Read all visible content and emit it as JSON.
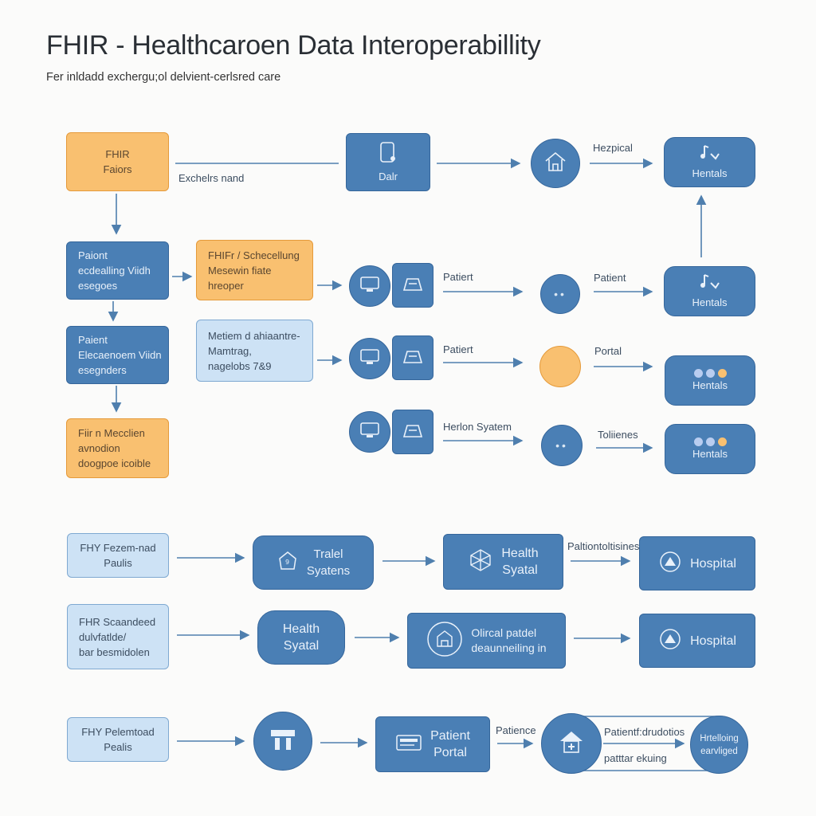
{
  "title": "FHIR - Healthcaroen Data Interoperabillity",
  "subtitle": "Fer inldadd exchergu;ol delvient-cerlsred care",
  "colors": {
    "blue": "#4a7fb5",
    "orange": "#f9c070",
    "light_blue": "#cde2f5",
    "arrow": "#4f7fae"
  },
  "top": {
    "fhir_box": [
      "FHIR",
      "Faiors"
    ],
    "exchange_label": "Exchelrs nand",
    "data_box": "Dalr",
    "hospital_label": "Hezpical",
    "hentals_1": "Hentals"
  },
  "grid": {
    "patient_box_1": [
      "Paiont",
      "ecdealling Viidh",
      "esegoes"
    ],
    "scheduling_box": [
      "FHIFr / Schecellung",
      "Mesewin fiate",
      "hreoper"
    ],
    "patient_box_2": [
      "Paient",
      "Elecaenoem Viidn",
      "esegnders"
    ],
    "metiem_box": [
      "Metiem d ahiaantre-",
      "Mamtrag,",
      "nagelobs 7&9"
    ],
    "medication_box": [
      "Fiir n Mecclien",
      "avnodion",
      "doogpoe icoible"
    ],
    "row1_label_a": "Patiert",
    "row1_label_b": "Patient",
    "row1_end": "Hentals",
    "row2_label_a": "Patiert",
    "row2_label_b": "Portal",
    "row2_end": "Hentals",
    "row3_label_a": "Herlon Syatem",
    "row3_label_b": "Toliienes",
    "row3_end": "Hentals"
  },
  "flows": {
    "f1_start": [
      "FHY Fezem-nad",
      "Paulis"
    ],
    "f1_b": [
      "Tralel",
      "Syatens"
    ],
    "f1_c": [
      "Health",
      "Syatal"
    ],
    "f1_label": "Paltiontoltisines",
    "f1_end": "Hospital",
    "f2_start": [
      "FHR Scaandeed",
      "dulvfatlde/",
      "bar besmidolen"
    ],
    "f2_b": [
      "Health",
      "Syatal"
    ],
    "f2_c": [
      "Olircal patdel",
      "deaunneiling in"
    ],
    "f2_end": "Hospital",
    "f3_start": [
      "FHY Pelemtoad",
      "Pealis"
    ],
    "f3_c": [
      "Patient",
      "Portal"
    ],
    "f3_label_a": "Patience",
    "f3_label_b": "Patientf:drudotios",
    "f3_label_c": "patttar ekuing",
    "f3_end": [
      "Hrtelloing",
      "earvliged"
    ]
  }
}
